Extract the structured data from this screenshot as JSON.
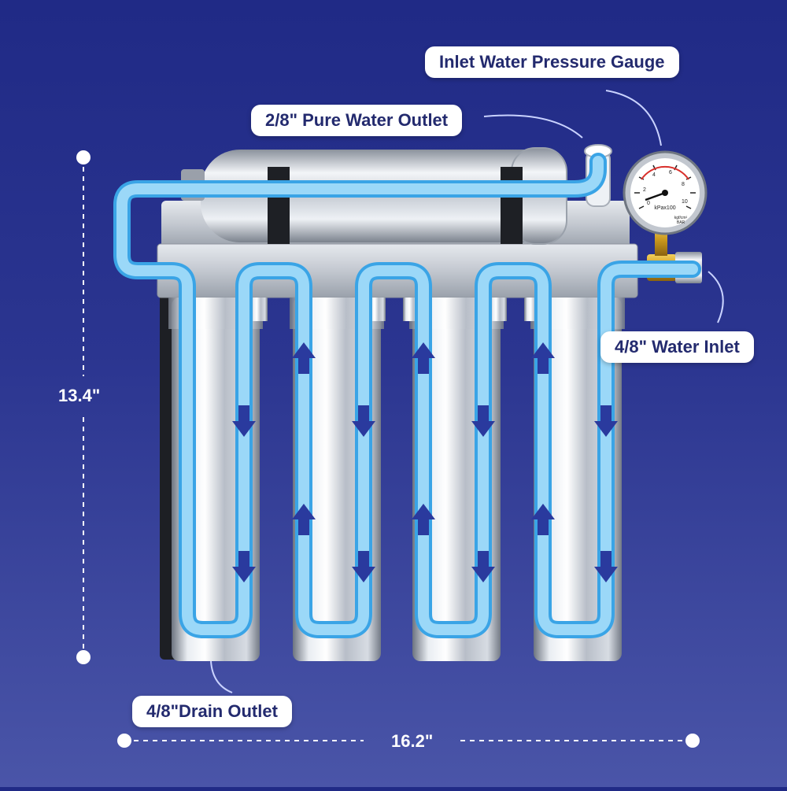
{
  "labels": {
    "inlet_gauge": "Inlet Water Pressure Gauge",
    "pure_outlet": "2/8\" Pure Water Outlet",
    "water_inlet": "4/8\" Water Inlet",
    "drain_outlet": "4/8\"Drain Outlet"
  },
  "dimensions": {
    "height": "13.4\"",
    "width": "16.2\""
  },
  "gauge": {
    "unit": "kPax100",
    "unit2": "kgf/cm²",
    "bar": "BAR",
    "scale": [
      "0",
      "2",
      "4",
      "6",
      "8",
      "10"
    ]
  },
  "colors": {
    "background_top": "#202a86",
    "background_bottom": "#4a55a8",
    "flow_pipe": "#4fb3ec",
    "arrow": "#2a3a9e",
    "label_text": "#232a6e"
  }
}
